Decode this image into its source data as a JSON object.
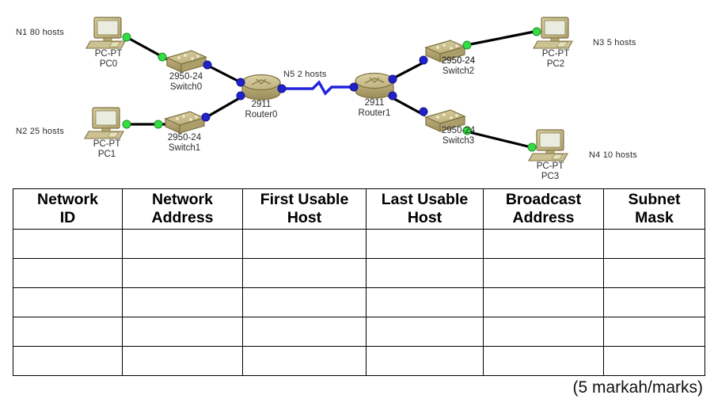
{
  "diagram": {
    "network_labels": [
      {
        "id": "n1",
        "text": "N1 80 hosts"
      },
      {
        "id": "n2",
        "text": "N2 25 hosts"
      },
      {
        "id": "n3",
        "text": "N3 5 hosts"
      },
      {
        "id": "n4",
        "text": "N4 10 hosts"
      },
      {
        "id": "n5",
        "text": "N5 2 hosts"
      }
    ],
    "devices": [
      {
        "id": "pc0",
        "model": "PC-PT",
        "name": "PC0"
      },
      {
        "id": "pc1",
        "model": "PC-PT",
        "name": "PC1"
      },
      {
        "id": "pc2",
        "model": "PC-PT",
        "name": "PC2"
      },
      {
        "id": "pc3",
        "model": "PC-PT",
        "name": "PC3"
      },
      {
        "id": "switch0",
        "model": "2950-24",
        "name": "Switch0"
      },
      {
        "id": "switch1",
        "model": "2950-24",
        "name": "Switch1"
      },
      {
        "id": "switch2",
        "model": "2950-24",
        "name": "Switch2"
      },
      {
        "id": "switch3",
        "model": "2950-24",
        "name": "Switch3"
      },
      {
        "id": "router0",
        "model": "2911",
        "name": "Router0"
      },
      {
        "id": "router1",
        "model": "2911",
        "name": "Router1"
      }
    ],
    "colors": {
      "device_body": "#c8bd8e",
      "device_shade": "#a89a63",
      "ethernet_link": "#000000",
      "serial_link": "#2222dd",
      "link_up_dot": "#33dd44",
      "serial_dot": "#2222cc"
    }
  },
  "table": {
    "headers": [
      {
        "line1": "Network",
        "line2": "ID"
      },
      {
        "line1": "Network",
        "line2": "Address"
      },
      {
        "line1": "First Usable",
        "line2": "Host"
      },
      {
        "line1": "Last Usable",
        "line2": "Host"
      },
      {
        "line1": "Broadcast",
        "line2": "Address"
      },
      {
        "line1": "Subnet",
        "line2": "Mask"
      }
    ],
    "rows": [
      [
        "",
        "",
        "",
        "",
        "",
        ""
      ],
      [
        "",
        "",
        "",
        "",
        "",
        ""
      ],
      [
        "",
        "",
        "",
        "",
        "",
        ""
      ],
      [
        "",
        "",
        "",
        "",
        "",
        ""
      ],
      [
        "",
        "",
        "",
        "",
        "",
        ""
      ]
    ]
  },
  "footer": {
    "marks": "(5 markah/marks)"
  }
}
